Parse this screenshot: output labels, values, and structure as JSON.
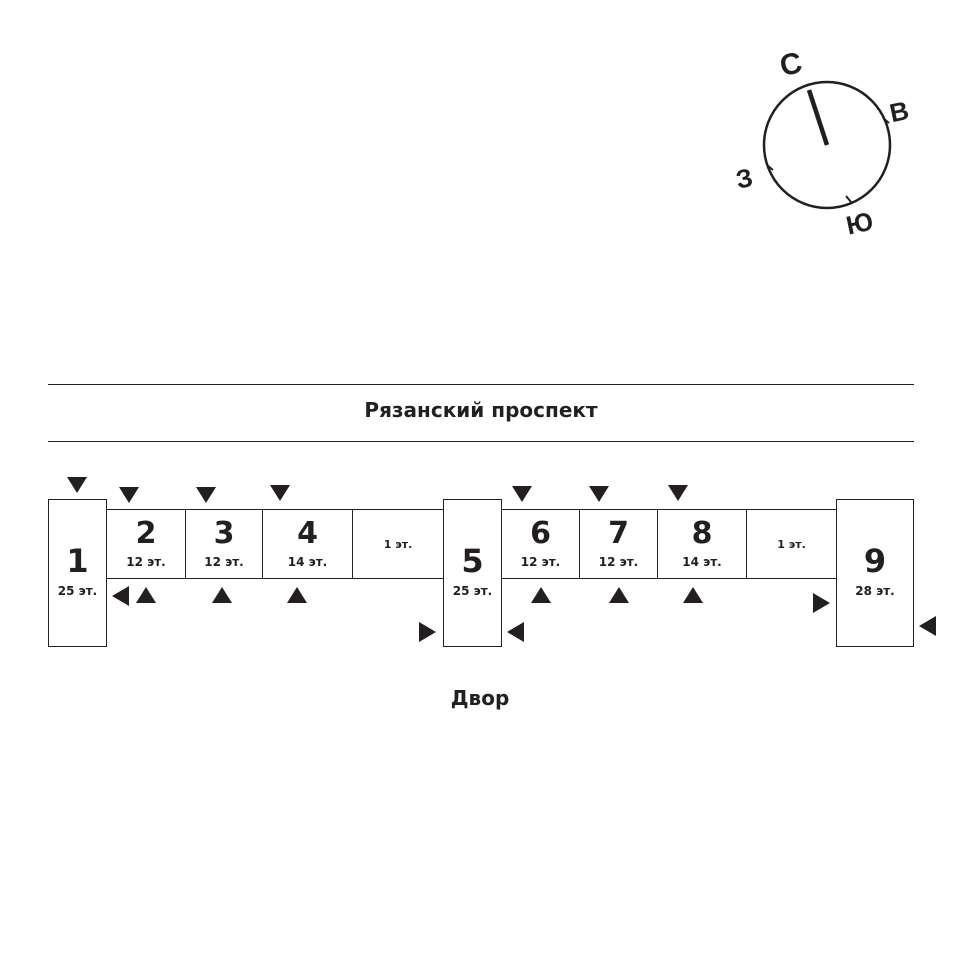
{
  "compass": {
    "north": "С",
    "east": "В",
    "south": "Ю",
    "west": "З"
  },
  "street_label": "Рязанский проспект",
  "yard_label": "Двор",
  "buildings": [
    {
      "number": "1",
      "floors": "25 эт."
    },
    {
      "number": "2",
      "floors": "12 эт."
    },
    {
      "number": "3",
      "floors": "12 эт."
    },
    {
      "number": "4",
      "floors": "14 эт."
    },
    {
      "number": "",
      "floors": "1 эт."
    },
    {
      "number": "5",
      "floors": "25 эт."
    },
    {
      "number": "6",
      "floors": "12 эт."
    },
    {
      "number": "7",
      "floors": "12 эт."
    },
    {
      "number": "8",
      "floors": "14 эт."
    },
    {
      "number": "",
      "floors": "1 эт."
    },
    {
      "number": "9",
      "floors": "28 эт."
    }
  ]
}
